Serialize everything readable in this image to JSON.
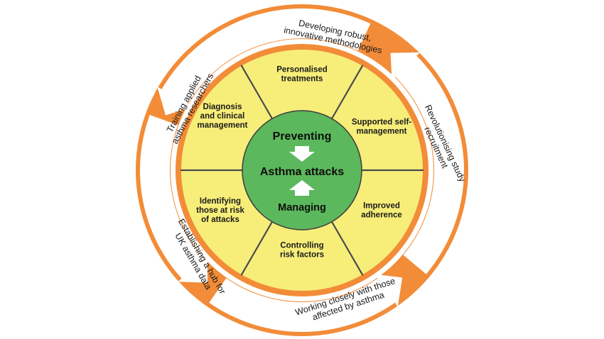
{
  "center": {
    "top": "Preventing",
    "main": "Asthma attacks",
    "bottom": "Managing"
  },
  "segments": [
    {
      "lines": [
        "Personalised",
        "treatments"
      ]
    },
    {
      "lines": [
        "Supported self-",
        "management"
      ]
    },
    {
      "lines": [
        "Improved",
        "adherence"
      ]
    },
    {
      "lines": [
        "Controlling",
        "risk factors"
      ]
    },
    {
      "lines": [
        "Identifying",
        "those at risk",
        "of attacks"
      ]
    },
    {
      "lines": [
        "Diagnosis",
        "and clinical",
        "management"
      ]
    }
  ],
  "ring": [
    {
      "lines": [
        "Developing robust,",
        "innovative methodologies"
      ]
    },
    {
      "lines": [
        "Revolutionising study",
        "recruitment"
      ]
    },
    {
      "lines": [
        "Working closely with those",
        "affected by asthma"
      ]
    },
    {
      "lines": [
        "Establishing a hub for",
        "UK asthma data"
      ]
    },
    {
      "lines": [
        "Training applied",
        "asthma researchers"
      ]
    }
  ],
  "colors": {
    "orange": "#F28C38",
    "yellow": "#F7EE7A",
    "green": "#5CB85C",
    "divider": "#4a4a4a",
    "arrow_fill": "#ffffff"
  },
  "icons": [
    "arrow-down-icon",
    "arrow-up-icon"
  ]
}
